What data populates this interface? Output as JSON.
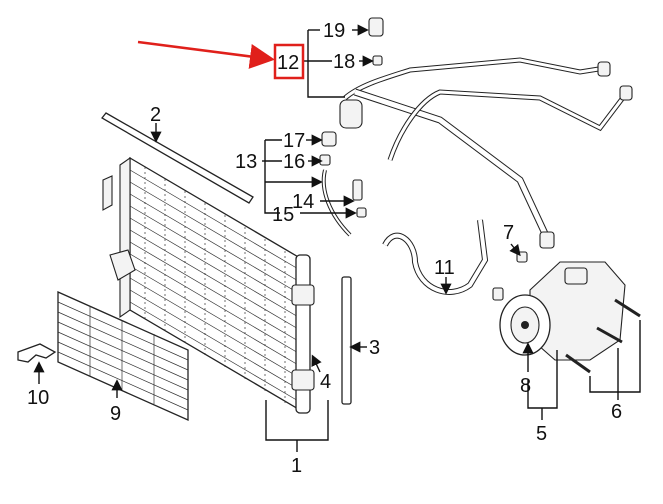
{
  "diagram": {
    "highlight_color": "#e0201b",
    "callouts": {
      "c1": "1",
      "c2": "2",
      "c3": "3",
      "c4": "4",
      "c5": "5",
      "c6": "6",
      "c7": "7",
      "c8": "8",
      "c9": "9",
      "c10": "10",
      "c11": "11",
      "c12": "12",
      "c13": "13",
      "c14": "14",
      "c15": "15",
      "c16": "16",
      "c17": "17",
      "c18": "18",
      "c19": "19"
    }
  }
}
